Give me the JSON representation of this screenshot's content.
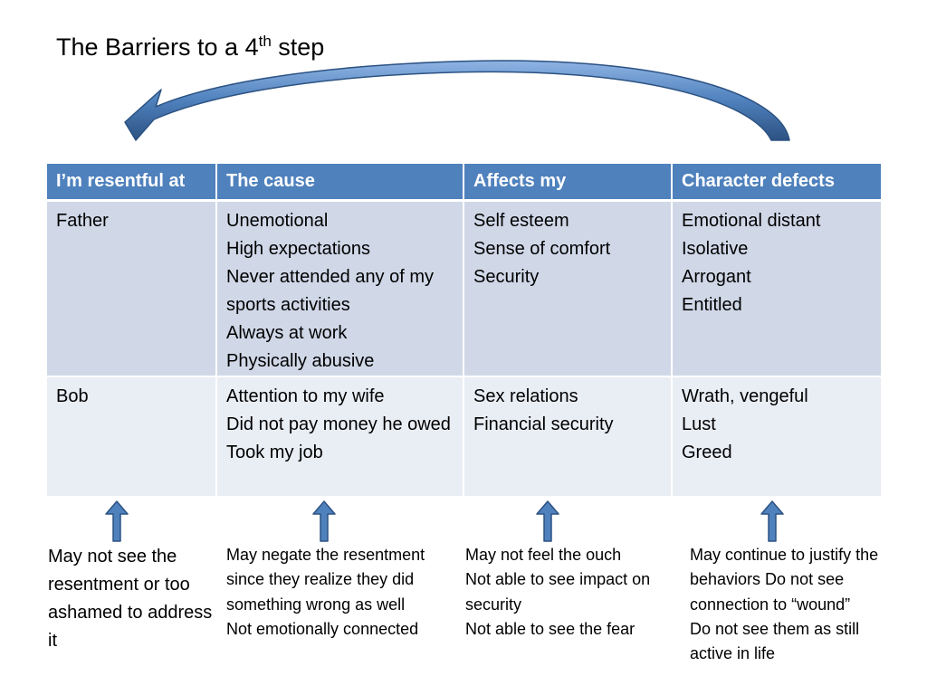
{
  "slide": {
    "title_main": "The Barriers to a 4",
    "title_sup": "th",
    "title_end": " step"
  },
  "table": {
    "headers": [
      "I’m resentful at",
      "The cause",
      "Affects my",
      "Character defects"
    ],
    "rows": [
      {
        "resentful_at": "Father",
        "cause": [
          "Unemotional",
          "High expectations",
          "Never attended any of my sports activities",
          "Always at work",
          "Physically abusive"
        ],
        "affects": [
          "Self esteem",
          "Sense of comfort",
          "Security"
        ],
        "defects": [
          "Emotional distant",
          "Isolative",
          "Arrogant",
          "Entitled"
        ]
      },
      {
        "resentful_at": "Bob",
        "cause": [
          "Attention to my wife",
          "Did not pay money he owed",
          "Took my job"
        ],
        "affects": [
          "Sex relations",
          "Financial security"
        ],
        "defects": [
          "Wrath, vengeful",
          "Lust",
          "Greed"
        ]
      }
    ]
  },
  "notes": [
    [
      "May not see the resentment or too ashamed to address it"
    ],
    [
      "May negate the resentment since they realize they did something wrong as well",
      "Not emotionally connected"
    ],
    [
      "May not feel the ouch",
      "Not able to see impact on security",
      "Not able to see the fear"
    ],
    [
      "May continue to justify the behaviors Do not see connection to “wound”",
      "Do not see them as still active in life"
    ]
  ],
  "colors": {
    "header_bg": "#4f81bd",
    "row_odd_bg": "#d0d8e8",
    "row_even_bg": "#e9edf4",
    "arrow_fill": "#4f81bd",
    "arrow_stroke": "#2c5282"
  }
}
